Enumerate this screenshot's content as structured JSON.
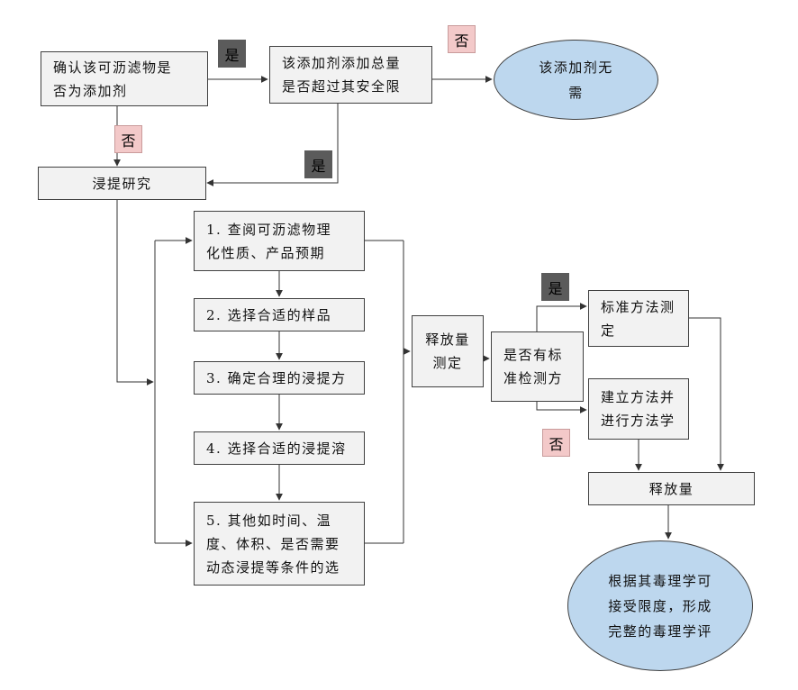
{
  "diagram": {
    "decision_labels": {
      "yes": "是",
      "no": "否"
    },
    "nodes": {
      "confirm_additive": "确认该可沥滤物是\n否为添加剂",
      "exceeds_limit": "该添加剂添加总量\n是否超过其安全限",
      "no_need": "该添加剂无\n需",
      "leaching_study": "浸提研究",
      "step1": "1. 查阅可沥滤物理\n化性质、产品预期",
      "step2": "2. 选择合适的样品",
      "step3": "3. 确定合理的浸提方",
      "step4": "4. 选择合适的浸提溶",
      "step5": "5. 其他如时间、温\n度、体积、是否需要\n动态浸提等条件的选",
      "release_determination": "释放量\n测定",
      "has_standard_method": "是否有标\n准检测方",
      "standard_method": "标准方法测\n定",
      "establish_method": "建立方法并\n进行方法学",
      "release_amount": "释放量",
      "toxicology_eval": "根据其毒理学可\n接受限度，形成\n完整的毒理学评"
    },
    "colors": {
      "box_fill": "#f2f2f2",
      "box_border": "#404040",
      "ellipse_fill": "#bdd7ee",
      "yes_tag_bg": "#5b5b5b",
      "no_tag_bg": "#f3c9c9",
      "line": "#333333"
    }
  }
}
